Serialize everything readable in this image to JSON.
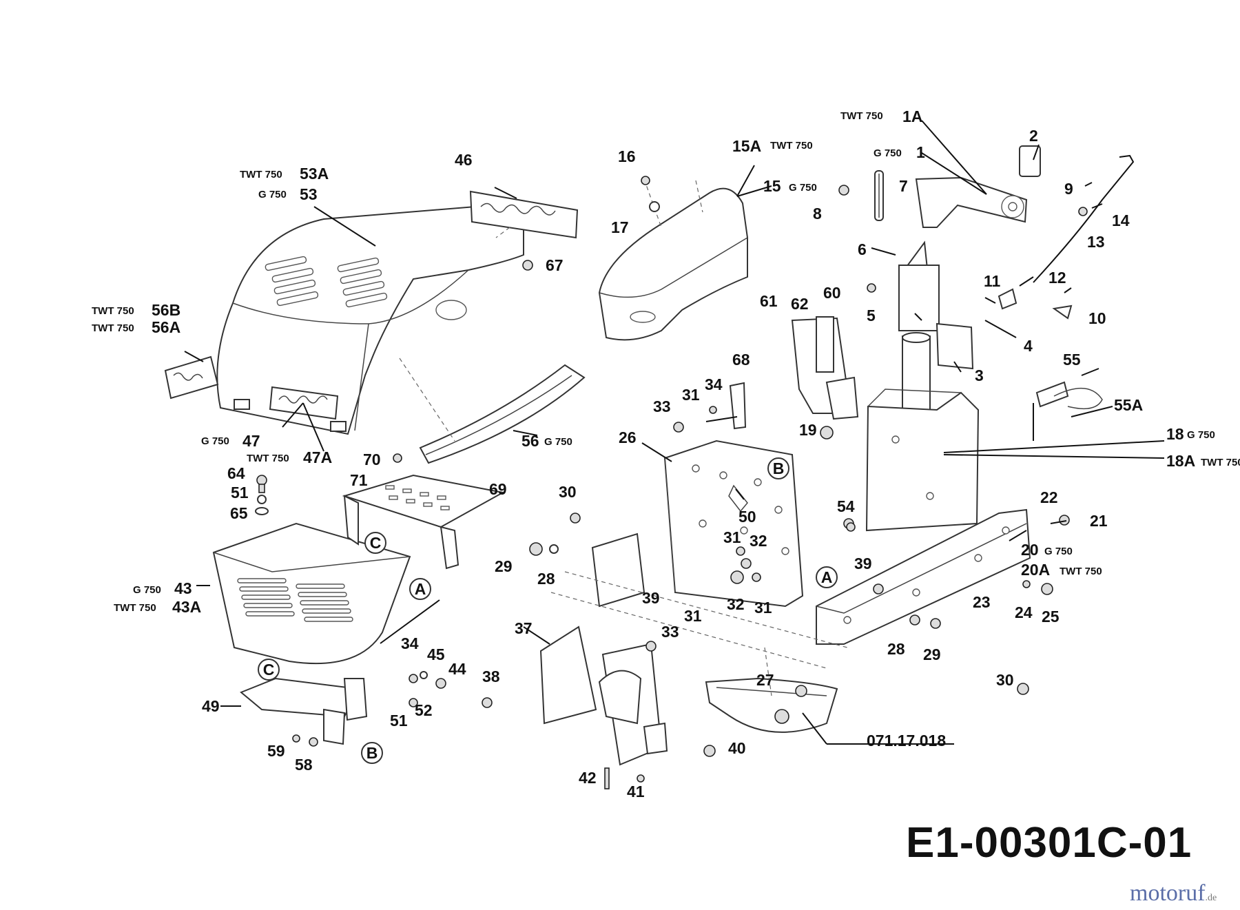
{
  "drawing_code": "E1-00301C-01",
  "watermark": {
    "main": "motoruf",
    "suffix": ".de"
  },
  "ref_number": "071.17.018",
  "circle_labels": {
    "a": "A",
    "b": "B",
    "c": "C"
  },
  "labels": {
    "p1a_model": "TWT 750",
    "p1a": "1A",
    "p1_model": "G 750",
    "p1": "1",
    "p2": "2",
    "p3": "3",
    "p4": "4",
    "p5": "5",
    "p6": "6",
    "p7": "7",
    "p8": "8",
    "p9": "9",
    "p10": "10",
    "p11": "11",
    "p12": "12",
    "p13": "13",
    "p14": "14",
    "p15a": "15A",
    "p15a_model": "TWT 750",
    "p15": "15",
    "p15_model": "G 750",
    "p16": "16",
    "p17": "17",
    "p18": "18",
    "p18_model": "G 750",
    "p18a": "18A",
    "p18a_model": "TWT 750",
    "p19": "19",
    "p20": "20",
    "p20_model": "G 750",
    "p20a": "20A",
    "p20a_model": "TWT 750",
    "p21": "21",
    "p22": "22",
    "p23": "23",
    "p24": "24",
    "p25": "25",
    "p26": "26",
    "p27": "27",
    "p28a": "28",
    "p28b": "28",
    "p29a": "29",
    "p29b": "29",
    "p30a": "30",
    "p30b": "30",
    "p31a": "31",
    "p31b": "31",
    "p31c": "31",
    "p31d": "31",
    "p32a": "32",
    "p32b": "32",
    "p33a": "33",
    "p33b": "33",
    "p34a": "34",
    "p34b": "34",
    "p37": "37",
    "p38": "38",
    "p39a": "39",
    "p39b": "39",
    "p40": "40",
    "p41": "41",
    "p42": "42",
    "p43_model": "G 750",
    "p43": "43",
    "p43a_model": "TWT 750",
    "p43a": "43A",
    "p44": "44",
    "p45": "45",
    "p46": "46",
    "p47_model": "G 750",
    "p47": "47",
    "p47a_model": "TWT 750",
    "p47a": "47A",
    "p49": "49",
    "p50": "50",
    "p51a": "51",
    "p51b": "51",
    "p52": "52",
    "p53a_model": "TWT 750",
    "p53a": "53A",
    "p53_model": "G 750",
    "p53": "53",
    "p54": "54",
    "p55": "55",
    "p55a": "55A",
    "p56": "56",
    "p56_model": "G 750",
    "p56b_model": "TWT 750",
    "p56b": "56B",
    "p56a_model": "TWT 750",
    "p56a": "56A",
    "p58": "58",
    "p59": "59",
    "p60": "60",
    "p61": "61",
    "p62": "62",
    "p64": "64",
    "p65": "65",
    "p67": "67",
    "p68": "68",
    "p69": "69",
    "p70": "70",
    "p71": "71"
  }
}
